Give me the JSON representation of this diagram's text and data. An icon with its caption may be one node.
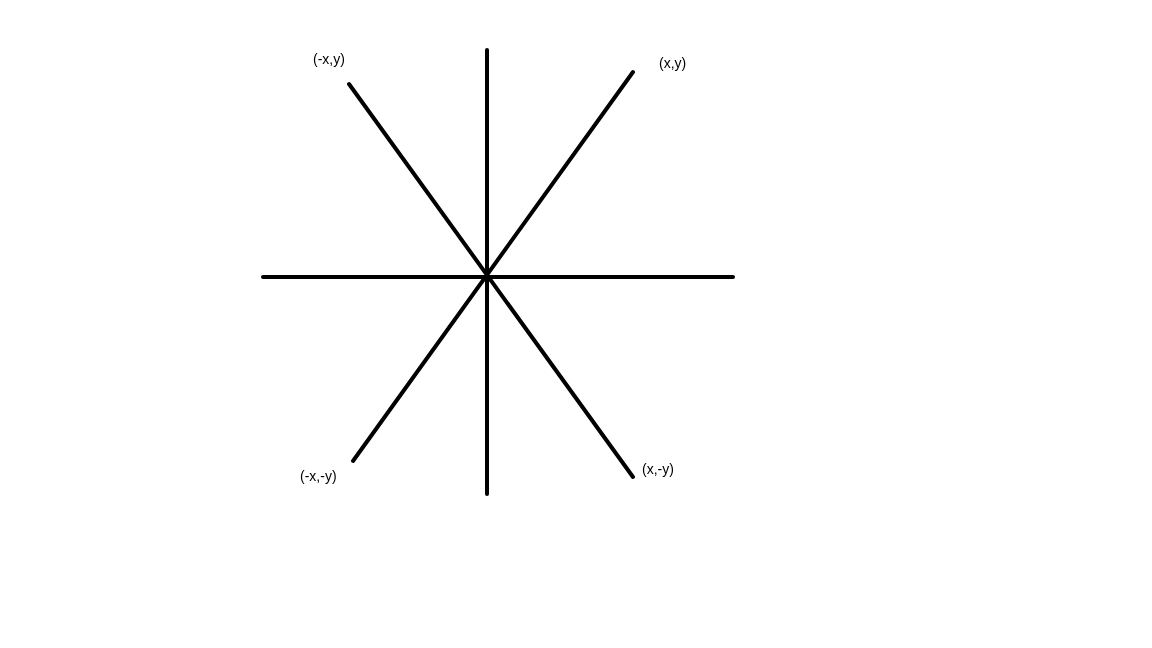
{
  "diagram": {
    "labels": [
      "(-x,y)",
      "(x,y)",
      "(-x,-y)",
      "(x,-y)"
    ]
  }
}
